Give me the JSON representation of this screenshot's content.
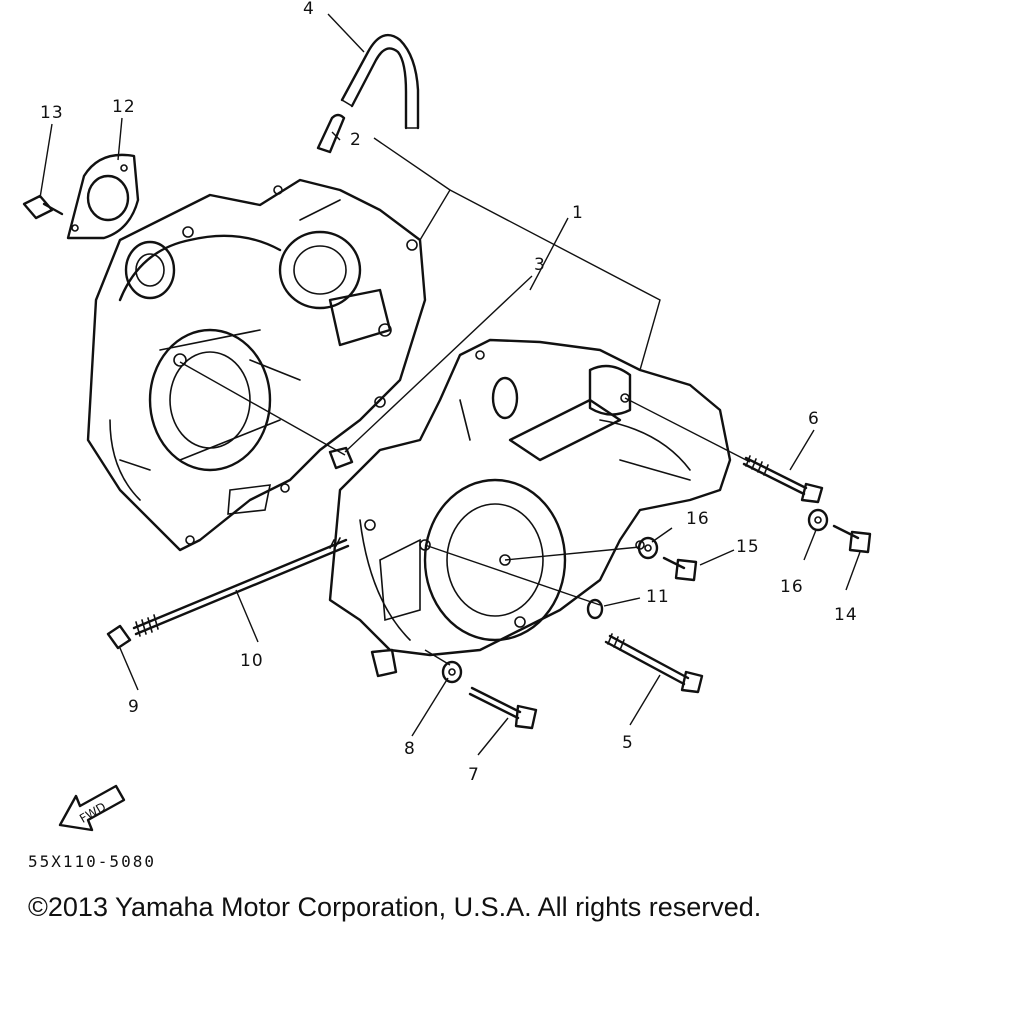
{
  "callouts": {
    "c1": "1",
    "c2": "2",
    "c3": "3",
    "c4": "4",
    "c5": "5",
    "c6": "6",
    "c7": "7",
    "c8": "8",
    "c9": "9",
    "c10": "10",
    "c11": "11",
    "c12": "12",
    "c13": "13",
    "c14": "14",
    "c15": "15",
    "c16a": "16",
    "c16b": "16"
  },
  "fwd_label": "FWD",
  "drawing_code": "55X110-5080",
  "copyright": "©2013 Yamaha Motor Corporation, U.S.A. All rights reserved."
}
